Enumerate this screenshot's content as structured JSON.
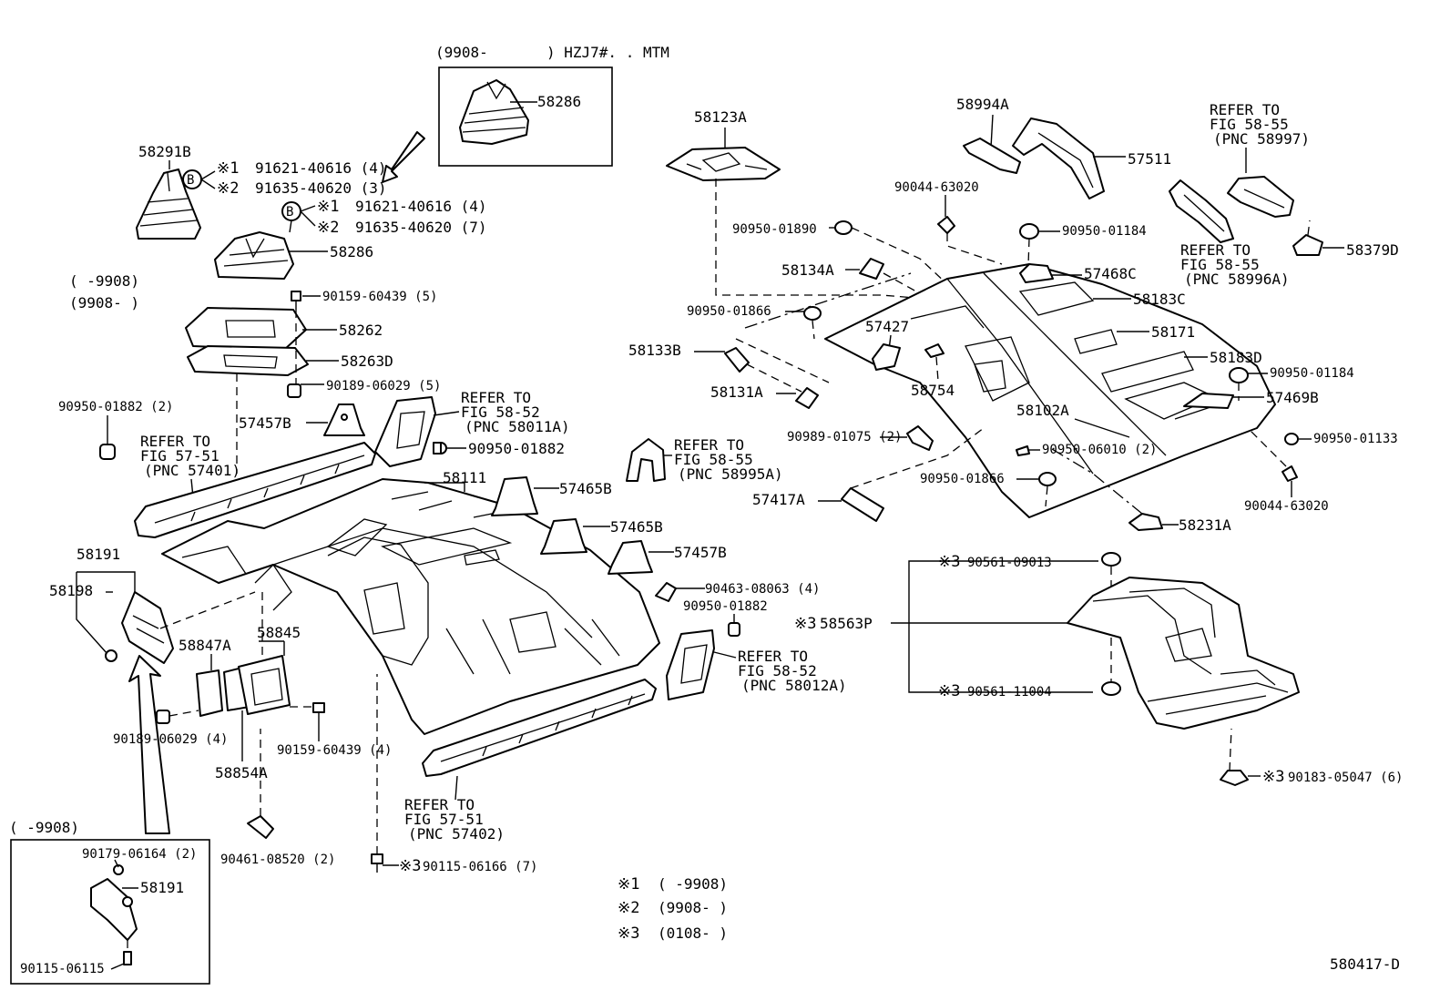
{
  "diagram_id": "580417-D",
  "boxes": {
    "top_inset": {
      "range": "(9908-",
      "model": ") HZJ7#. . MTM",
      "part": "58286"
    },
    "bottom_inset": {
      "range": "(      -9908)",
      "p1": "90179-06164 (2)",
      "p2": "58191",
      "p3": "90115-06115"
    }
  },
  "legend": {
    "mark1": "※1",
    "range1": "(      -9908)",
    "mark2": "※2",
    "range2": "(9908-      )",
    "mark3": "※3",
    "range3": "(0108-      )"
  },
  "range_notes": {
    "a": "(      -9908)",
    "b": "(9908-      )"
  },
  "labels": {
    "p58291B": "58291B",
    "m1a": "※1",
    "p91621a": "91621-40616 (4)",
    "m2a": "※2",
    "p91635a": "91635-40620 (3)",
    "m1b": "※1",
    "p91621b": "91621-40616 (4)",
    "m2b": "※2",
    "p91635b": "91635-40620 (7)",
    "p58286": "58286",
    "p90159a": "90159-60439 (5)",
    "p58262": "58262",
    "p58263D": "58263D",
    "p90189a": "90189-06029 (5)",
    "p90950_01882a": "90950-01882 (2)",
    "ref5751a_1": "REFER TO",
    "ref5751a_2": "FIG 57-51",
    "ref5751a_3": "(PNC 57401)",
    "p57457Ba": "57457B",
    "ref5852a_1": "REFER TO",
    "ref5852a_2": "FIG 58-52",
    "ref5852a_3": "(PNC 58011A)",
    "p90950_01882b": "90950-01882",
    "p58111": "58111",
    "p57465Ba": "57465B",
    "p57465Bb": "57465B",
    "p57457Bb": "57457B",
    "p58191": "58191",
    "p58198": "58198",
    "p58847A": "58847A",
    "p58845": "58845",
    "p90463": "90463-08063 (4)",
    "p90950_01882c": "90950-01882",
    "ref5852b_1": "REFER TO",
    "ref5852b_2": "FIG 58-52",
    "ref5852b_3": "(PNC 58012A)",
    "p90189b": "90189-06029 (4)",
    "p90159b": "90159-60439 (4)",
    "p58854A": "58854A",
    "ref5751b_1": "REFER TO",
    "ref5751b_2": "FIG 57-51",
    "ref5751b_3": "(PNC 57402)",
    "p90461": "90461-08520 (2)",
    "m3a": "※3",
    "p90115": "90115-06166 (7)",
    "ref5855a_1": "REFER TO",
    "ref5855a_2": "FIG 58-55",
    "ref5855a_3": "(PNC 58995A)",
    "p58123A": "58123A",
    "p58994A": "58994A",
    "p57511": "57511",
    "ref5855b_1": "REFER TO",
    "ref5855b_2": "FIG 58-55",
    "ref5855b_3": "(PNC 58997)",
    "p90044a": "90044-63020",
    "p90950_01890": "90950-01890",
    "p90950_01184a": "90950-01184",
    "ref5855c_1": "REFER TO",
    "ref5855c_2": "FIG 58-55",
    "ref5855c_3": "(PNC 58996A)",
    "p58379D": "58379D",
    "p58134A": "58134A",
    "p57468C": "57468C",
    "p58183C": "58183C",
    "p90950_01866a": "90950-01866",
    "p57427": "57427",
    "p58171": "58171",
    "p58133B": "58133B",
    "p58183D": "58183D",
    "p90950_01184b": "90950-01184",
    "p58131A": "58131A",
    "p58754": "58754",
    "p57469B": "57469B",
    "p58102A": "58102A",
    "p90989": "90989-01075 (2)",
    "p90950_01133": "90950-01133",
    "p90950_06010": "90950-06010 (2)",
    "p90950_01866b": "90950-01866",
    "p90044b": "90044-63020",
    "p57417A": "57417A",
    "p58231A": "58231A",
    "m3b": "※3",
    "p90561_09013": "90561-09013",
    "m3c": "※3",
    "p58563P": "58563P",
    "m3d": "※3",
    "p90561_11004": "90561-11004",
    "m3e": "※3",
    "p90183": "90183-05047 (6)",
    "circleB": "B"
  }
}
